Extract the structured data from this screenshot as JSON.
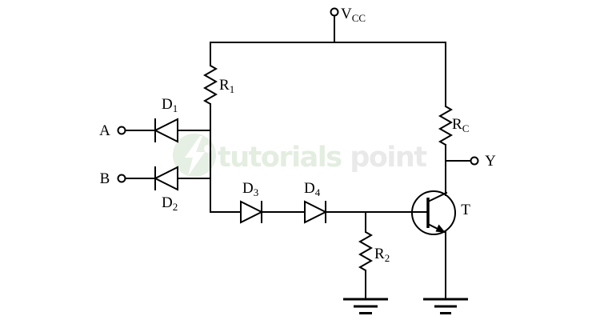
{
  "labels": {
    "vcc": {
      "main": "V",
      "sub": "CC"
    },
    "r1": {
      "main": "R",
      "sub": "1"
    },
    "rc": {
      "main": "R",
      "sub": "C"
    },
    "r2": {
      "main": "R",
      "sub": "2"
    },
    "d1": {
      "main": "D",
      "sub": "1"
    },
    "d2": {
      "main": "D",
      "sub": "2"
    },
    "d3": {
      "main": "D",
      "sub": "3"
    },
    "d4": {
      "main": "D",
      "sub": "4"
    },
    "input_a": "A",
    "input_b": "B",
    "output_y": "Y",
    "transistor": "T"
  },
  "watermark": {
    "brand_primary": "tutorials",
    "brand_secondary": "point"
  },
  "colors": {
    "line": "#000000",
    "background": "#ffffff",
    "watermark_green": "#e3ede0",
    "watermark_gray": "#e9e9e9",
    "watermark_logo_green": "#e6efe3"
  }
}
